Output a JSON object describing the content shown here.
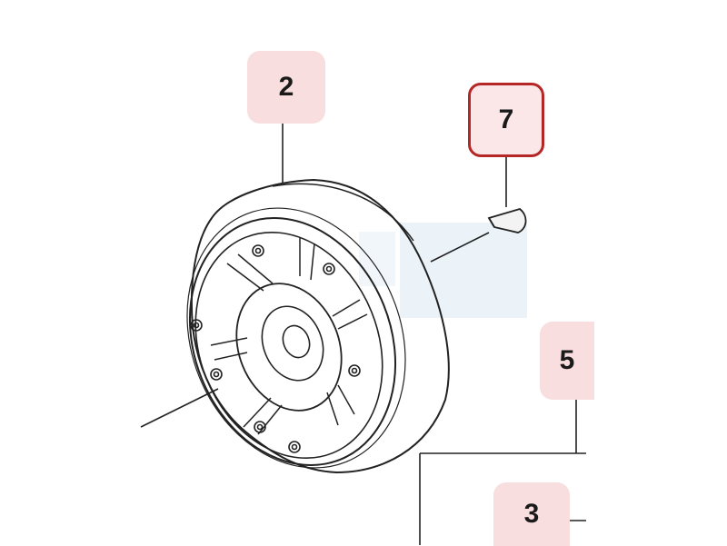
{
  "diagram": {
    "callouts": [
      {
        "id": "2",
        "label": "2"
      },
      {
        "id": "7",
        "label": "7"
      },
      {
        "id": "5",
        "label": "5"
      },
      {
        "id": "3",
        "label": "3"
      }
    ],
    "colors": {
      "callout_fill": "#f8dede",
      "selected_border": "#b52727",
      "line": "#222222",
      "shade": "#dbe9f3"
    },
    "selected_callout": "7"
  }
}
